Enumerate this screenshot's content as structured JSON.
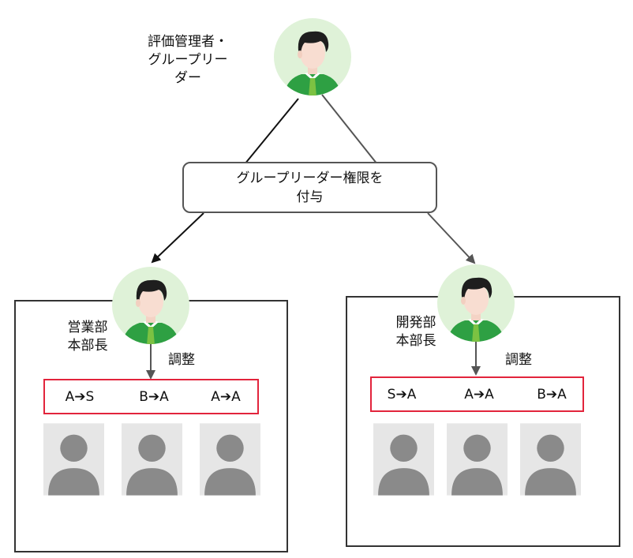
{
  "top_person": {
    "label_line1": "評価管理者・",
    "label_line2": "グループリー",
    "label_line3": "ダー"
  },
  "grant": {
    "line1": "グループリーダー権限を",
    "line2": "付与"
  },
  "sales": {
    "manager_line1": "営業部",
    "manager_line2": "本部長",
    "adjust_label": "調整",
    "grades": [
      "A➔S",
      "B➔A",
      "A➔A"
    ]
  },
  "dev": {
    "manager_line1": "開発部",
    "manager_line2": "本部長",
    "adjust_label": "調整",
    "grades": [
      "S➔A",
      "A➔A",
      "B➔A"
    ]
  },
  "colors": {
    "avatar_bg": "#dff2d8",
    "shirt_green": "#2ea043",
    "tie_green": "#7cc242",
    "frame_red": "#e2243c",
    "placeholder_bg": "#e6e6e6",
    "placeholder_figure": "#8a8a8a"
  }
}
